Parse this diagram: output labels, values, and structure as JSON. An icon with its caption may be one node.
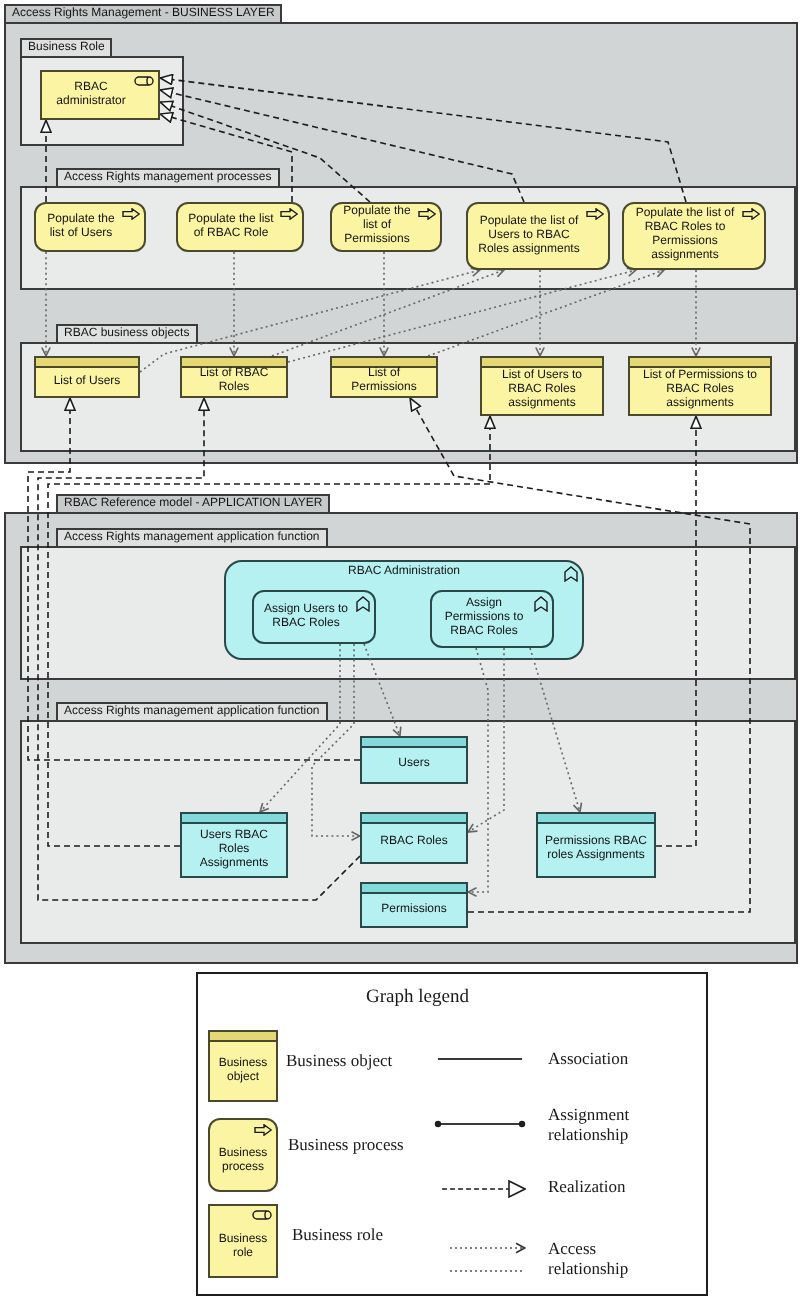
{
  "diagram": {
    "nodes": [
      {
        "text": [
          "Access Rights Management - BUSINESS LAYER"
        ]
      },
      {
        "text": [
          "Business Role"
        ],
        "in": 0
      },
      {
        "text": [
          "RBAC administrator"
        ],
        "in": 1
      },
      {
        "text": [
          "Access Rights management processes"
        ],
        "in": 0
      },
      {
        "text": [
          "Populate the list of Users"
        ],
        "in": 3
      },
      {
        "text": [
          "Populate the list of RBAC Role"
        ],
        "in": 3
      },
      {
        "text": [
          "Populate the list of Permissions"
        ],
        "in": 3
      },
      {
        "text": [
          "Populate the list of Users to RBAC Roles assignments"
        ],
        "in": 3
      },
      {
        "text": [
          "Populate the list of RBAC Roles to Permissions assignments"
        ],
        "in": 3
      },
      {
        "text": [
          "RBAC business objects"
        ],
        "in": 0
      },
      {
        "text": [
          "List of Users"
        ],
        "in": 9
      },
      {
        "text": [
          "List of RBAC Roles"
        ],
        "in": 9
      },
      {
        "text": [
          "List of Permissions"
        ],
        "in": 9
      },
      {
        "text": [
          "List of Users to RBAC Roles assignments"
        ],
        "in": 9
      },
      {
        "text": [
          "List of Permissions to RBAC Roles assignments"
        ],
        "in": 9
      },
      {
        "text": [
          "RBAC Reference model - APPLICATION LAYER"
        ]
      },
      {
        "text": [
          "Access Rights management application function"
        ],
        "in": 15
      },
      {
        "text": [
          "RBAC Administration"
        ],
        "in": 16
      },
      {
        "text": [
          "Assign Users to RBAC Roles"
        ],
        "in": 17
      },
      {
        "text": [
          "Assign Permissions to RBAC Roles"
        ],
        "in": 17
      },
      {
        "text": [
          "Access Rights management application function"
        ],
        "in": 15
      },
      {
        "text": [
          "Users"
        ],
        "in": 20
      },
      {
        "text": [
          "Users RBAC Roles Assignments"
        ],
        "in": 20
      },
      {
        "text": [
          "RBAC Roles"
        ],
        "in": 20
      },
      {
        "text": [
          "Permissions RBAC roles Assignments"
        ],
        "in": 20
      },
      {
        "text": [
          "Permissions"
        ],
        "in": 20
      }
    ],
    "edges": [
      {
        "from": 4,
        "to": 2,
        "arrow": "to",
        "style": "dashed"
      },
      {
        "from": 5,
        "to": 2,
        "arrow": "to",
        "style": "dashed"
      },
      {
        "from": 6,
        "to": 2,
        "arrow": "to",
        "style": "dashed"
      },
      {
        "from": 7,
        "to": 2,
        "arrow": "to",
        "style": "dashed"
      },
      {
        "from": 8,
        "to": 2,
        "arrow": "to",
        "style": "dashed"
      },
      {
        "from": 4,
        "to": 10,
        "arrow": "to"
      },
      {
        "from": 5,
        "to": 11,
        "arrow": "to"
      },
      {
        "from": 6,
        "to": 12,
        "arrow": "to"
      },
      {
        "from": 7,
        "to": 13,
        "arrow": "to"
      },
      {
        "from": 8,
        "to": 14,
        "arrow": "to"
      },
      {
        "from": 10,
        "to": 7,
        "arrow": "to"
      },
      {
        "from": 11,
        "to": 7,
        "arrow": "to"
      },
      {
        "from": 11,
        "to": 8,
        "arrow": "to"
      },
      {
        "from": 12,
        "to": 8,
        "arrow": "to"
      },
      {
        "from": 21,
        "to": 10,
        "arrow": "to",
        "style": "dashed"
      },
      {
        "from": 23,
        "to": 11,
        "arrow": "to",
        "style": "dashed"
      },
      {
        "from": 25,
        "to": 12,
        "arrow": "to",
        "style": "dashed"
      },
      {
        "from": 22,
        "to": 13,
        "arrow": "to",
        "style": "dashed"
      },
      {
        "from": 24,
        "to": 14,
        "arrow": "to",
        "style": "dashed"
      },
      {
        "from": 18,
        "to": 21,
        "arrow": "to"
      },
      {
        "from": 18,
        "to": 22,
        "arrow": "to"
      },
      {
        "from": 18,
        "to": 23,
        "arrow": "to"
      },
      {
        "from": 19,
        "to": 25,
        "arrow": "to"
      },
      {
        "from": 19,
        "to": 23,
        "arrow": "to"
      },
      {
        "from": 19,
        "to": 24,
        "arrow": "to"
      }
    ],
    "labels": [
      "Graph legend",
      "Business object",
      "Business process",
      "Business role"
    ],
    "legend": [
      {
        "text": "Business object"
      },
      {
        "text": "Association"
      },
      {
        "text": "Business process"
      },
      {
        "text": "Assignment relationship"
      },
      {
        "text": "Realization"
      },
      {
        "text": "Business role"
      },
      {
        "text": "Access relationship"
      }
    ]
  }
}
